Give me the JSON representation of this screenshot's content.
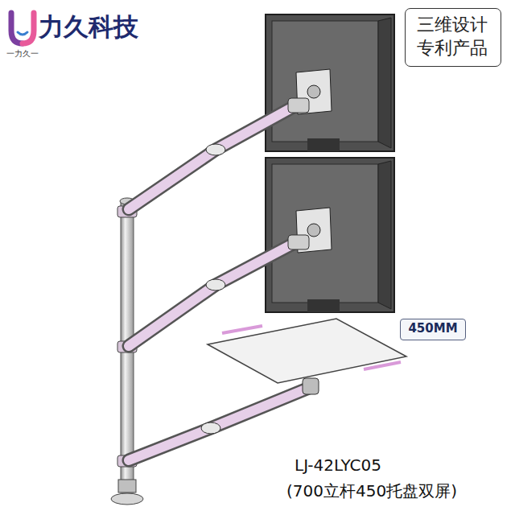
{
  "diagram": {
    "nodes": [
      {
        "text": [
          "三维设计 专利产品"
        ]
      },
      {
        "text": [
          "450MM"
        ]
      }
    ],
    "labels": [
      "力久科技",
      "一力久一",
      "LJ-42LYC05",
      "(700立杆450托盘双屏)"
    ]
  }
}
